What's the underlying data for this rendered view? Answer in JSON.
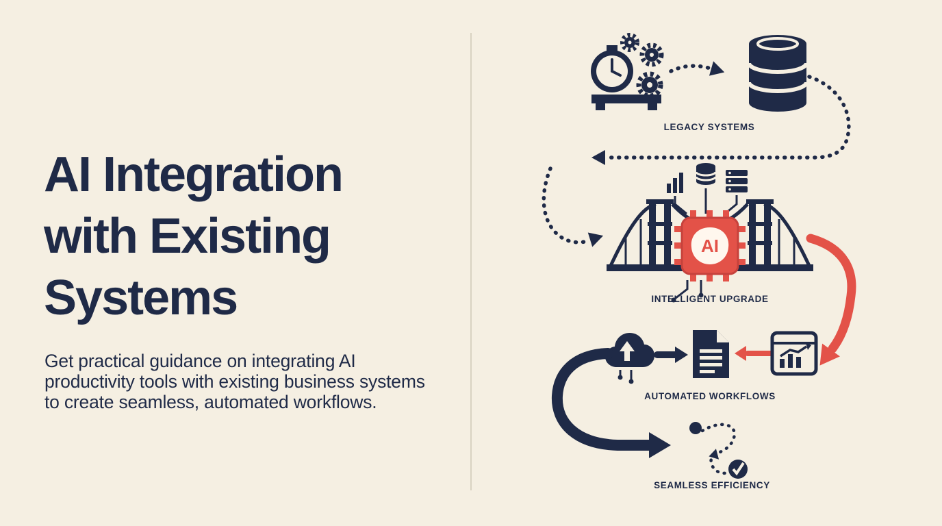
{
  "colors": {
    "background": "#f5efe2",
    "ink": "#1f2a47",
    "accent": "#e35248",
    "divider": "#d9d2c2",
    "chip_face": "#fff7ee"
  },
  "left_panel": {
    "title_lines": [
      "AI Integration",
      "with Existing",
      "Systems"
    ],
    "description": "Get practical guidance on integrating AI productivity tools with existing business systems to create seamless, automated workflows."
  },
  "diagram": {
    "chip_label": "AI",
    "steps": [
      {
        "id": "legacy-systems",
        "label": "LEGACY SYSTEMS"
      },
      {
        "id": "intelligent-upgrade",
        "label": "INTELLIGENT UPGRADE"
      },
      {
        "id": "automated-workflows",
        "label": "AUTOMATED WORKFLOWS"
      },
      {
        "id": "seamless-efficiency",
        "label": "SEAMLESS EFFICIENCY"
      }
    ]
  }
}
